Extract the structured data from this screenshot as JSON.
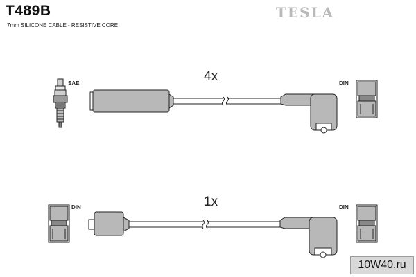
{
  "header": {
    "part_code": "T489B",
    "subtitle": "7mm SILICONE CABLE - RESISTIVE CORE",
    "brand": "TESLA"
  },
  "lead_top": {
    "quantity": "4x",
    "left_standard": "SAE",
    "right_standard": "DIN"
  },
  "lead_bottom": {
    "quantity": "1x",
    "left_standard": "DIN",
    "right_standard": "DIN"
  },
  "watermark": {
    "text": "10W40.ru"
  },
  "colors": {
    "boot_fill": "#b8b8b8",
    "line": "#222222",
    "brand_gray": "#b9b9b9"
  }
}
